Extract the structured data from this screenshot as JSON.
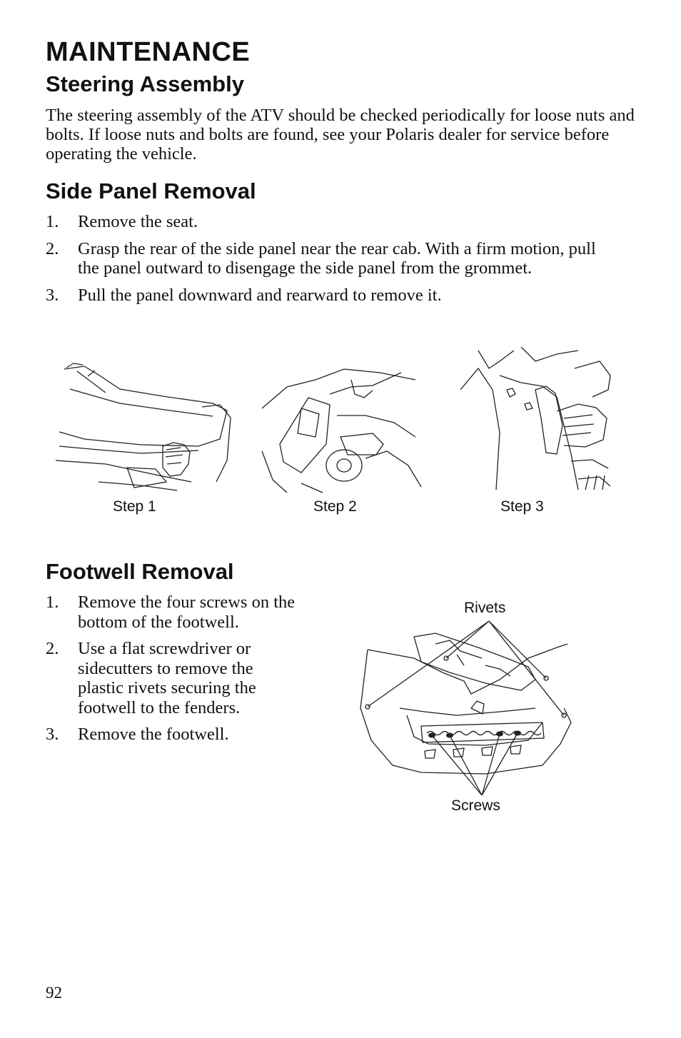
{
  "section_title": "MAINTENANCE",
  "steering": {
    "heading": "Steering Assembly",
    "body": "The steering assembly of the ATV should be checked periodically for loose nuts and bolts. If loose nuts and bolts are found, see your Polaris dealer for service before operating the vehicle."
  },
  "side_panel": {
    "heading": "Side Panel Removal",
    "steps": [
      {
        "num": "1.",
        "text": "Remove the seat."
      },
      {
        "num": "2.",
        "text": "Grasp the rear of the side panel near the rear cab. With a firm motion, pull the panel outward to disengage the side panel from the grommet."
      },
      {
        "num": "3.",
        "text": "Pull the panel downward and rearward to remove it."
      }
    ],
    "figure_captions": [
      "Step 1",
      "Step 2",
      "Step 3"
    ]
  },
  "footwell": {
    "heading": "Footwell Removal",
    "steps": [
      {
        "num": "1.",
        "text": "Remove the four screws on the bottom of the footwell."
      },
      {
        "num": "2.",
        "text": "Use a flat screwdriver or sidecutters to remove the plastic rivets securing the footwell to the fenders."
      },
      {
        "num": "3.",
        "text": "Remove the footwell."
      }
    ],
    "figure_labels": {
      "top": "Rivets",
      "bottom": "Screws"
    }
  },
  "page_number": "92"
}
